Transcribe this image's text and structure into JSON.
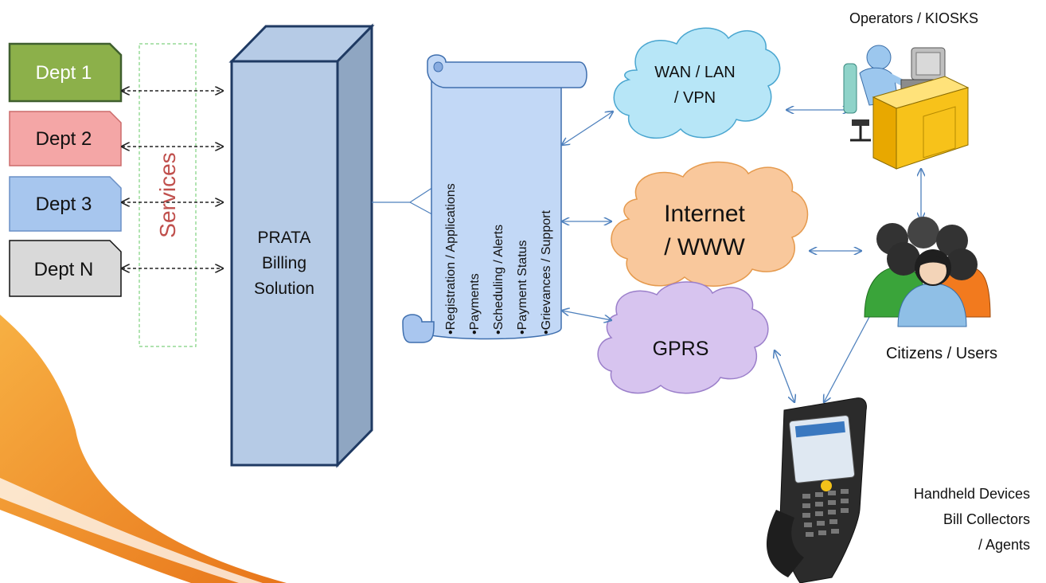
{
  "departments": [
    {
      "label": "Dept 1",
      "fill": "#8cb04a",
      "stroke": "#3f5f2e",
      "text": "#ffffff"
    },
    {
      "label": "Dept 2",
      "fill": "#f4a6a6",
      "stroke": "#cc6b6b",
      "text": "#111111"
    },
    {
      "label": "Dept 3",
      "fill": "#a7c6ee",
      "stroke": "#6a8fc5",
      "text": "#111111"
    },
    {
      "label": "Dept N",
      "fill": "#d9d9d9",
      "stroke": "#111111",
      "text": "#111111"
    }
  ],
  "services_label": "Services",
  "billing": {
    "line1": "PRATA",
    "line2": "Billing",
    "line3": "Solution"
  },
  "features": [
    "•Registration / Applications",
    "•Payments",
    "•Scheduling / Alerts",
    "•Payment Status",
    "•Grievances / Support"
  ],
  "networks": {
    "wan": {
      "line1": "WAN / LAN",
      "line2": "/ VPN",
      "fill": "#b7e6f7",
      "stroke": "#4aa6d0"
    },
    "internet": {
      "line1": "Internet",
      "line2": "/ WWW",
      "fill": "#f9c89c",
      "stroke": "#e59a4e"
    },
    "gprs": {
      "line1": "GPRS",
      "fill": "#d7c4ef",
      "stroke": "#9b7fca"
    }
  },
  "endpoints": {
    "operators": "Operators / KIOSKS",
    "citizens": "Citizens / Users",
    "handheld_lines": [
      "Handheld Devices",
      "Bill Collectors",
      "/  Agents"
    ]
  },
  "colors": {
    "connector": "#4f81bd",
    "tower_front": "#b6cbe6",
    "tower_side": "#8fa6c2",
    "tower_edge": "#1f3a63",
    "scroll_fill": "#c2d8f6",
    "services_border": "#7fd17f",
    "services_text": "#c0504d",
    "accent_orange": "#f39a1e"
  }
}
